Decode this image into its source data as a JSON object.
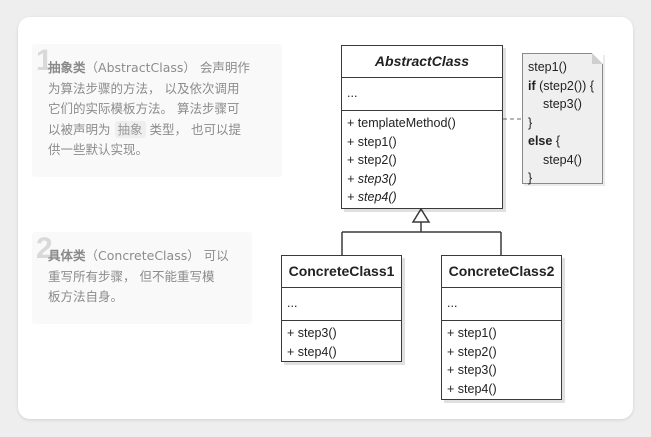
{
  "notes": [
    {
      "number": "1",
      "term": "抽象类",
      "line1": "（AbstractClass） 会声明作",
      "line2": "为算法步骤的方法， 以及依次调用",
      "line3": "它们的实际模板方法。 算法步骤可",
      "line4_pre": "以被声明为",
      "line4_kw": "抽象",
      "line4_post": "类型， 也可以提",
      "line5": "供一些默认实现。"
    },
    {
      "number": "2",
      "term": "具体类",
      "line1": "（ConcreteClass） 可以",
      "line2": "重写所有步骤， 但不能重写模",
      "line3": "板方法自身。"
    }
  ],
  "abstract_class": {
    "name": "AbstractClass",
    "attributes": "...",
    "operations": [
      "+ templateMethod()",
      "+ step1()",
      "+ step2()"
    ],
    "abstract_operations": [
      "+ step3()",
      "+ step4()"
    ]
  },
  "concrete_class_1": {
    "name": "ConcreteClass1",
    "attributes": "...",
    "operations": [
      "+ step3()",
      "+ step4()"
    ]
  },
  "concrete_class_2": {
    "name": "ConcreteClass2",
    "attributes": "...",
    "operations": [
      "+ step1()",
      "+ step2()",
      "+ step3()",
      "+ step4()"
    ]
  },
  "code_note": {
    "line1": "step1()",
    "if_kw": "if",
    "if_cond": " (step2()) {",
    "line3": "step3()",
    "line4": "}",
    "else_kw": "else",
    "else_rest": " {",
    "line6": "step4()",
    "line7": "}"
  },
  "colors": {
    "card": "#ffffff",
    "background": "#eeeeee",
    "note_text": "#8c8c8c",
    "border": "#3a3a3a"
  }
}
